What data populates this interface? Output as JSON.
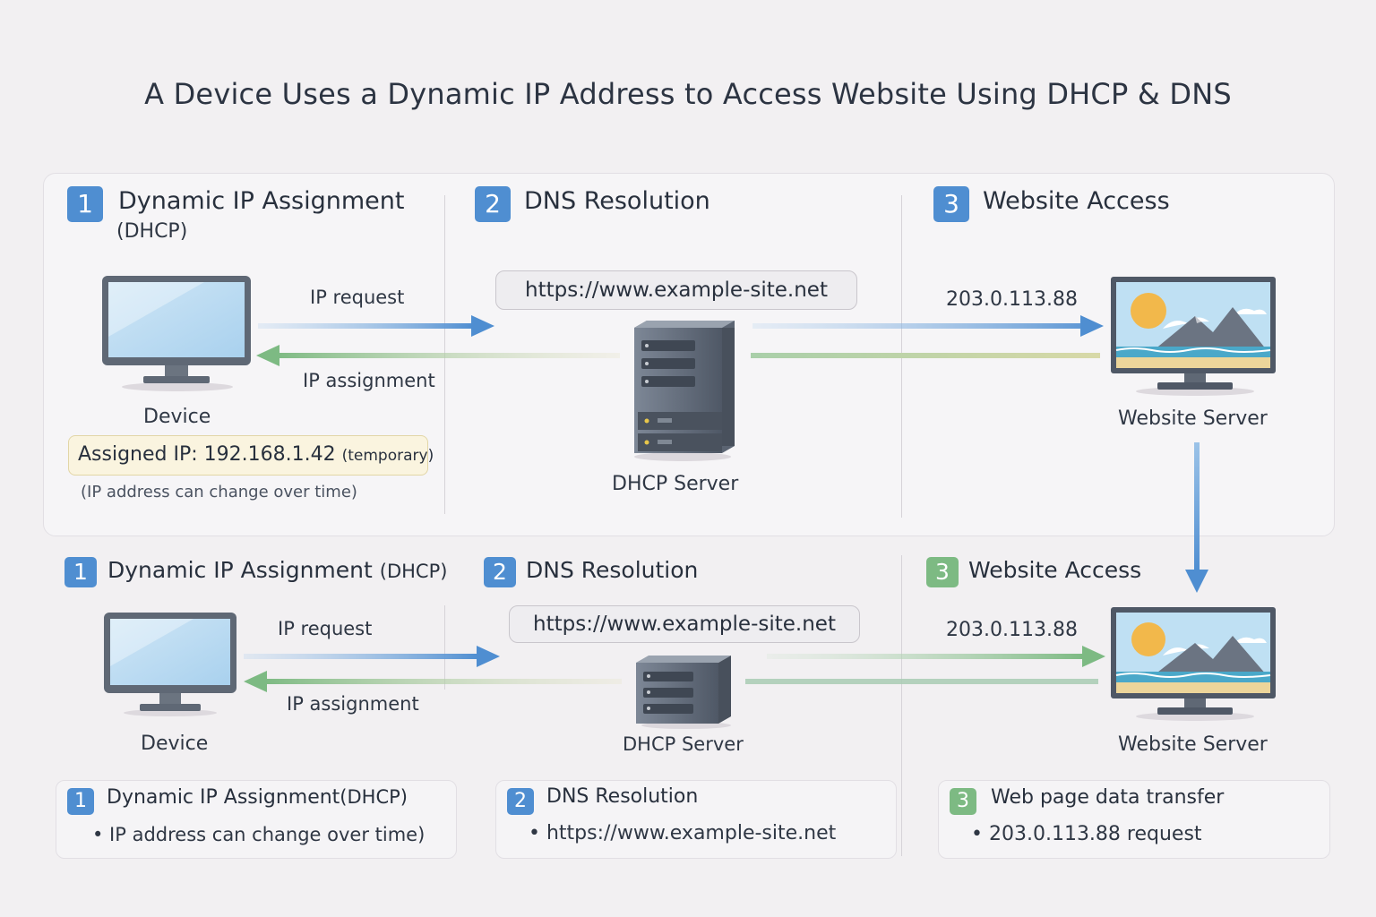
{
  "title": "A Device Uses a Dynamic IP Address to Access Website Using DHCP & DNS",
  "top": {
    "step1": {
      "num": "1",
      "title": "Dynamic IP Assignment",
      "subtitle": "(DHCP)"
    },
    "step2": {
      "num": "2",
      "title": "DNS Resolution"
    },
    "step3": {
      "num": "3",
      "title": "Website Access"
    },
    "ip_request": "IP request",
    "ip_assignment": "IP assignment",
    "device_label": "Device",
    "assigned_ip_label": "Assigned IP: 192.168.1.42",
    "assigned_ip_note": "(temporary)",
    "change_note": "(IP address can change over time)",
    "url": "https://www.example-site.net",
    "server_label": "DHCP Server",
    "website_ip": "203.0.113.88",
    "website_label": "Website Server"
  },
  "bottom": {
    "step1": {
      "num": "1",
      "title": "Dynamic IP Assignment",
      "subtitle": "(DHCP)"
    },
    "step2": {
      "num": "2",
      "title": "DNS Resolution"
    },
    "step3": {
      "num": "3",
      "title": "Website Access"
    },
    "ip_request": "IP request",
    "ip_assignment": "IP assignment",
    "device_label": "Device",
    "url": "https://www.example-site.net",
    "server_label": "DHCP Server",
    "website_ip": "203.0.113.88",
    "website_label": "Website Server"
  },
  "cards": [
    {
      "num": "1",
      "title": "Dynamic IP Assignment",
      "title_suffix": "(DHCP)",
      "item": "• IP address can change over time)"
    },
    {
      "num": "2",
      "title": "DNS Resolution",
      "item": "• https://www.example-site.net"
    },
    {
      "num": "3",
      "title": "Web page data transfer",
      "item": "• 203.0.113.88 request"
    }
  ],
  "colors": {
    "blue": "#4f8ed1",
    "green": "#7dba83",
    "badge_green": "#7dba83"
  },
  "icons": [
    "monitor-icon",
    "server-icon",
    "website-monitor-icon"
  ]
}
